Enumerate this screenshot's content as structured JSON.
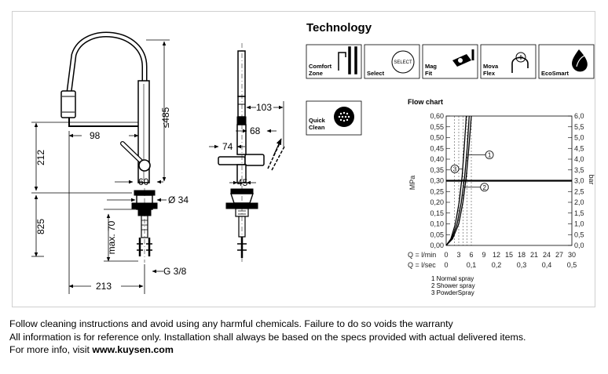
{
  "technology": {
    "title": "Technology",
    "icons": [
      {
        "label": "Comfort Zone",
        "line1": "Comfort",
        "line2": "Zone",
        "icon": "faucet-height-icon"
      },
      {
        "label": "Select",
        "line1": "Select",
        "line2": "",
        "icon": "select-button-icon"
      },
      {
        "label": "Mag Fit",
        "line1": "Mag",
        "line2": "Fit",
        "icon": "magnet-icon"
      },
      {
        "label": "Mova Flex",
        "line1": "Mova",
        "line2": "Flex",
        "icon": "swivel-spout-icon"
      },
      {
        "label": "EcoSmart",
        "line1": "EcoSmart",
        "line2": "",
        "icon": "leaf-drop-icon"
      },
      {
        "label": "Quick Clean",
        "line1": "Quick",
        "line2": "Clean",
        "icon": "spray-face-icon"
      }
    ],
    "select_badge": "SELECT"
  },
  "dimensions": {
    "d485": "≤485",
    "d212": "212",
    "d825": "825",
    "d98": "98",
    "d60": "60",
    "d34": "Ø 34",
    "d70": "max. 70",
    "g38": "G 3/8",
    "d213": "213",
    "d103": "103",
    "d68": "68",
    "d74": "74",
    "d45": "45"
  },
  "chart_data": {
    "type": "line",
    "title": "Flow chart",
    "ylabel_left": "MPa",
    "ylabel_right": "bar",
    "y_mpa_ticks": [
      "0,60",
      "0,55",
      "0,50",
      "0,45",
      "0,40",
      "0,35",
      "0,30",
      "0,25",
      "0,20",
      "0,15",
      "0,10",
      "0,05",
      "0,00"
    ],
    "y_bar_ticks": [
      "6,0",
      "5,5",
      "5,0",
      "4,5",
      "4,0",
      "3,5",
      "3,0",
      "2,5",
      "2,0",
      "1,5",
      "1,0",
      "0,5",
      "0,0"
    ],
    "ylim": [
      0,
      0.6
    ],
    "x_lmin_label": "Q = l/min",
    "x_lmin_ticks": [
      "0",
      "3",
      "6",
      "9",
      "12",
      "15",
      "18",
      "21",
      "24",
      "27",
      "30"
    ],
    "x_lsec_label": "Q = l/sec",
    "x_lsec_ticks": [
      "0",
      "0,1",
      "0,2",
      "0,3",
      "0,4",
      "0,5"
    ],
    "xlim": [
      0,
      30
    ],
    "reference_pressure_mpa": 0.3,
    "series": [
      {
        "id": "1",
        "name": "Normal spray",
        "x": [
          0,
          1.5,
          3.0,
          4.0,
          4.8,
          5.4,
          6.0
        ],
        "y": [
          0,
          0.03,
          0.1,
          0.2,
          0.32,
          0.45,
          0.6
        ]
      },
      {
        "id": "2",
        "name": "Shower spray",
        "x": [
          0,
          1.3,
          2.6,
          3.6,
          4.4,
          5.0,
          5.5
        ],
        "y": [
          0,
          0.03,
          0.1,
          0.2,
          0.32,
          0.45,
          0.6
        ]
      },
      {
        "id": "3",
        "name": "PowderSpray",
        "x": [
          0,
          1.1,
          2.2,
          3.1,
          3.8,
          4.3,
          4.8
        ],
        "y": [
          0,
          0.03,
          0.1,
          0.2,
          0.32,
          0.45,
          0.6
        ]
      }
    ],
    "legend": [
      "1 Normal spray",
      "2 Shower spray",
      "3 PowderSpray"
    ],
    "callouts": [
      {
        "label": "1",
        "series_index": 0,
        "y": 0.42
      },
      {
        "label": "2",
        "series_index": 1,
        "y": 0.27
      },
      {
        "label": "3",
        "series_index": 2,
        "y": 0.355
      }
    ]
  },
  "footer": {
    "line1": "Follow cleaning instructions and avoid using any harmful chemicals. Failure to do so voids the warranty",
    "line2": "All information is for reference only. Installation shall always be based on the specs provided with actual delivered items.",
    "line3_prefix": "For more info, visit ",
    "line3_link": "www.kuysen.com"
  }
}
